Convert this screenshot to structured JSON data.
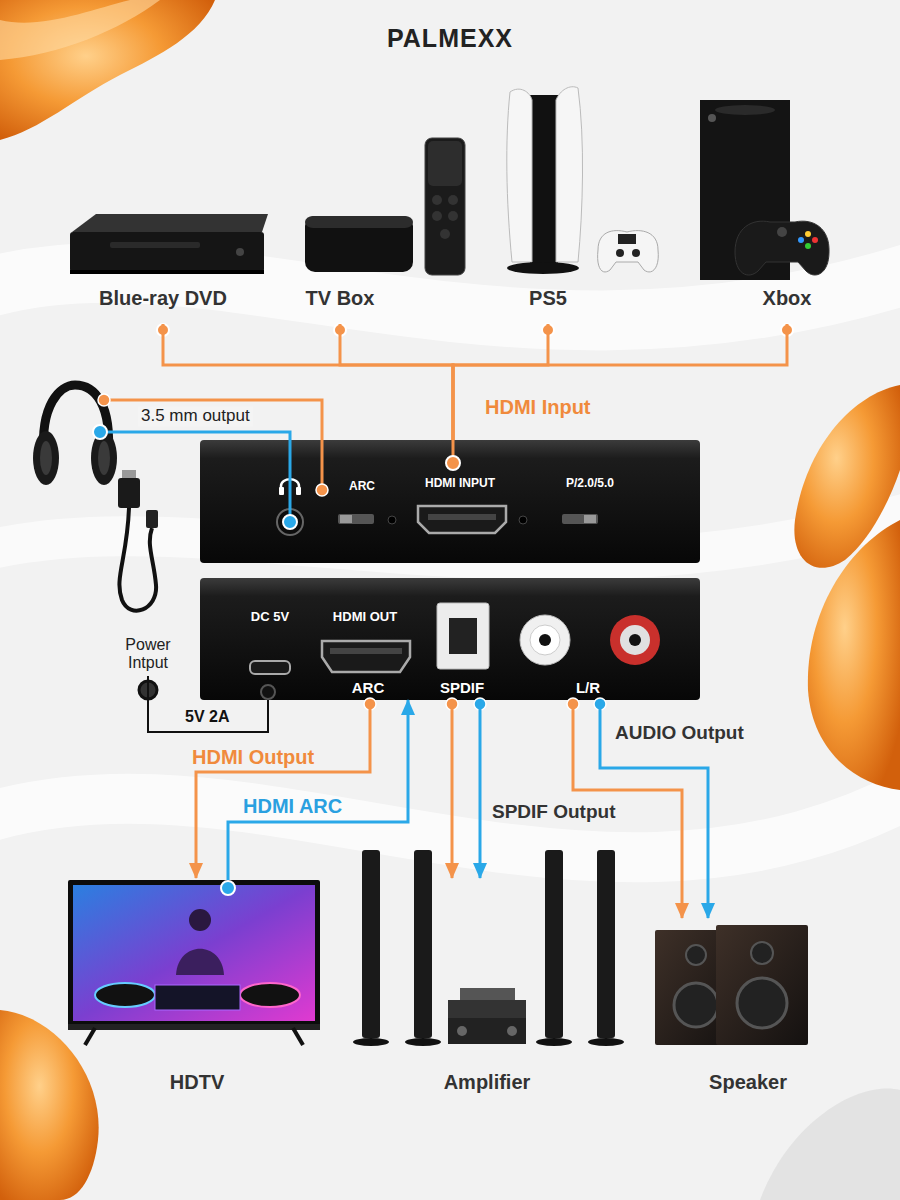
{
  "diagram": {
    "title": "PALMEXX",
    "nodes": [
      {
        "text": [
          "Blue-ray DVD"
        ]
      },
      {
        "text": [
          "TV Box"
        ]
      },
      {
        "text": [
          "PS5"
        ]
      },
      {
        "text": [
          "Xbox"
        ]
      },
      {
        "text": [
          "ARC",
          "HDMI INPUT",
          "P/2.0/5.0"
        ]
      },
      {
        "text": [
          "Power Intput"
        ]
      },
      {
        "text": [
          "DC 5V",
          "HDMI OUT",
          "ARC",
          "SPDIF",
          "L/R"
        ]
      },
      {
        "text": [
          "HDTV"
        ]
      },
      {
        "text": [
          "Amplifier"
        ]
      },
      {
        "text": [
          "Speaker"
        ]
      }
    ],
    "edges": [
      {
        "from": 0,
        "to": 4,
        "arrow": "none"
      },
      {
        "from": 1,
        "to": 4,
        "arrow": "none"
      },
      {
        "from": 2,
        "to": 4,
        "arrow": "none"
      },
      {
        "from": 3,
        "to": 4,
        "arrow": "none"
      },
      {
        "from": 5,
        "to": 6,
        "label": "5V 2A",
        "arrow": "none"
      },
      {
        "from": 6,
        "to": 7,
        "label": "HDMI Output",
        "arrow": "to"
      },
      {
        "from": 7,
        "to": 6,
        "label": "HDMI ARC",
        "arrow": "to"
      },
      {
        "from": 6,
        "to": 8,
        "arrow": "to"
      },
      {
        "from": 6,
        "to": 8,
        "arrow": "to"
      },
      {
        "from": 6,
        "to": 9,
        "arrow": "to"
      },
      {
        "from": 6,
        "to": 9,
        "arrow": "to"
      }
    ],
    "labels": [
      "HDMI Input",
      "3.5 mm output",
      "SPDIF Output",
      "AUDIO Output"
    ]
  }
}
